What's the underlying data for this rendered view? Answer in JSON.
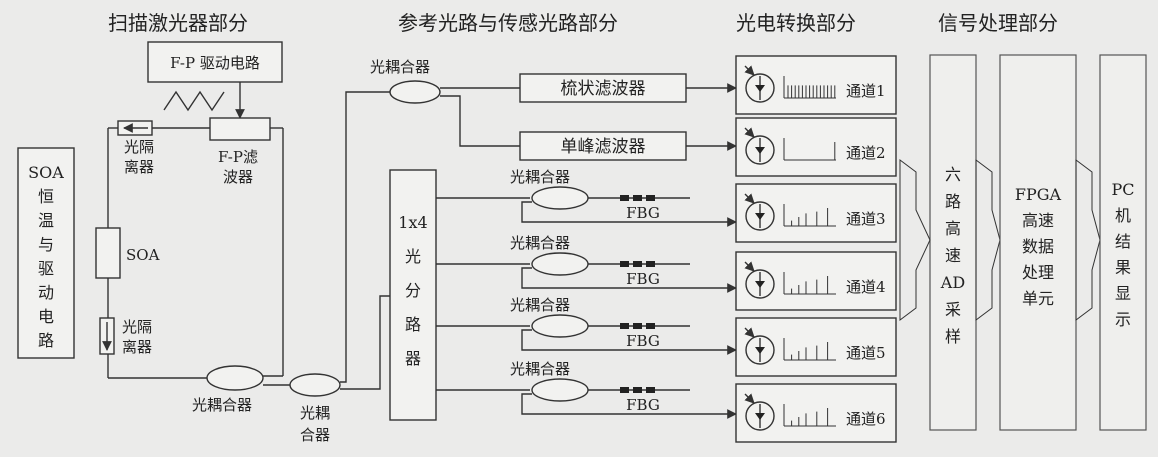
{
  "headers": {
    "laser": "扫描激光器部分",
    "reference": "参考光路与传感光路部分",
    "conversion": "光电转换部分",
    "signal": "信号处理部分"
  },
  "laser": {
    "fp_driver": "F-P 驱动电路",
    "fp_filter_1": "F-P滤",
    "fp_filter_2": "波器",
    "isolator_top_1": "光隔",
    "isolator_top_2": "离器",
    "isolator_bottom_1": "光隔",
    "isolator_bottom_2": "离器",
    "soa": "SOA",
    "soa_driver": [
      "SOA",
      "恒",
      "温",
      "与",
      "驱",
      "动",
      "电",
      "路"
    ],
    "coupler": "光耦合器"
  },
  "reference": {
    "coupler_left_1": "光耦",
    "coupler_left_2": "合器",
    "coupler_top": "光耦合器",
    "comb_filter": "梳状滤波器",
    "single_filter": "单峰滤波器",
    "splitter": [
      "1x4",
      "光",
      "分",
      "路",
      "器"
    ],
    "sensing_couplers": [
      "光耦合器",
      "光耦合器",
      "光耦合器",
      "光耦合器"
    ],
    "fbg_labels": [
      "FBG",
      "FBG",
      "FBG",
      "FBG"
    ]
  },
  "channels": [
    "通道1",
    "通道2",
    "通道3",
    "通道4",
    "通道5",
    "通道6"
  ],
  "signal": {
    "ad": [
      "六",
      "路",
      "高",
      "速",
      "AD",
      "采",
      "样"
    ],
    "fpga": [
      "FPGA",
      "高速",
      "数据",
      "处理",
      "单元"
    ],
    "pc": [
      "PC",
      "机",
      "结",
      "果",
      "显",
      "示"
    ]
  }
}
